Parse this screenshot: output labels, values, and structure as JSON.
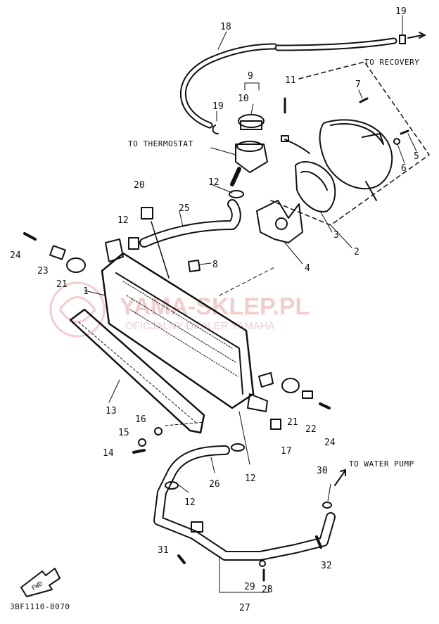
{
  "diagram": {
    "code": "3BF1110-8070",
    "fwd": "FWD",
    "labels": {
      "to_recovery": "TO RECOVERY",
      "to_thermostat": "TO THERMOSTAT",
      "to_water_pump": "TO WATER PUMP"
    },
    "watermark": {
      "title": "YAMA-SKLEP.PL",
      "subtitle": "OFICJALNY DEALER YAMAHA"
    },
    "callouts": [
      "1",
      "2",
      "3",
      "4",
      "5",
      "6",
      "7",
      "8",
      "9",
      "10",
      "11",
      "12",
      "13",
      "14",
      "15",
      "16",
      "17",
      "18",
      "19",
      "20",
      "21",
      "22",
      "23",
      "24",
      "25",
      "26",
      "27",
      "28",
      "29",
      "30",
      "31",
      "32"
    ]
  },
  "colors": {
    "ink": "#111111",
    "watermark": "#e9a5a5"
  }
}
